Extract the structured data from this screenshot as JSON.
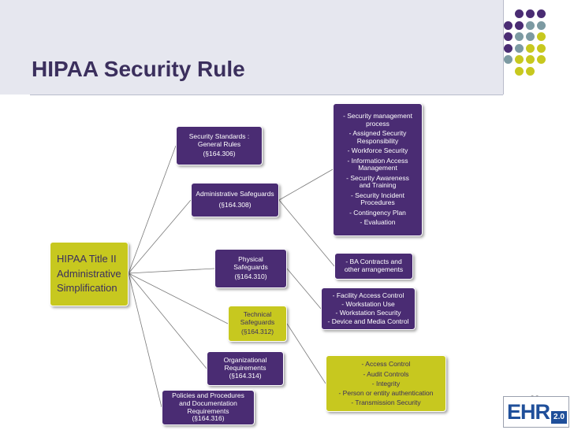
{
  "slide": {
    "title": "HIPAA Security Rule",
    "page_number": "22"
  },
  "logo": {
    "main_text": "EHR",
    "version_text": "2.0"
  },
  "colors": {
    "title": "#3b2f5d",
    "header_band": "#e6e7ef",
    "box_purple": "#4a2c73",
    "box_olive": "#c7c81f",
    "dot_purple": "#4a2c73",
    "dot_teal": "#7c9aa2",
    "dot_olive": "#c7c81f",
    "logo_blue": "#1f4f9a"
  },
  "diagram": {
    "root": [
      "HIPAA Title II",
      "Administrative",
      "Simplification"
    ],
    "security_standards": [
      "Security  Standards :",
      "General Rules",
      "(§164.306)"
    ],
    "administrative_safeguards": [
      "Administrative Safeguards",
      "(§164.308)"
    ],
    "physical_safeguards": [
      "Physical",
      "Safeguards",
      "(§164.310)"
    ],
    "technical_safeguards": [
      "Technical",
      "Safeguards",
      "(§164.312)"
    ],
    "organizational_requirements": [
      "Organizational",
      "Requirements",
      "(§164.314)"
    ],
    "policies_procedures": [
      "Policies and Procedures",
      "and Documentation",
      "Requirements",
      "(§164.316)"
    ],
    "administrative_list": [
      "- Security management",
      "process",
      "- Assigned Security",
      "Responsibility",
      "- Workforce Security",
      "- Information Access",
      "Management",
      "- Security Awareness",
      "and Training",
      "- Security Incident",
      "Procedures",
      "- Contingency Plan",
      "- Evaluation"
    ],
    "ba_contracts": [
      "- BA Contracts and",
      "other arrangements"
    ],
    "physical_list": [
      "- Facility Access Control",
      "- Workstation Use",
      "- Workstation Security",
      "- Device and Media Control"
    ],
    "technical_list": [
      "- Access Control",
      "- Audit Controls",
      "- Integrity",
      "- Person or entity authentication",
      "- Transmission Security"
    ]
  }
}
